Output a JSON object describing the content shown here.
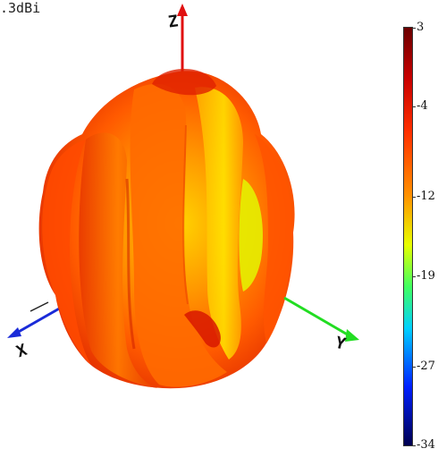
{
  "gain_label": ".3dBi",
  "axes": {
    "z_label": "Z",
    "x_label": "X",
    "y_label": "Y"
  },
  "colorbar": {
    "ticks": [
      {
        "label": "3",
        "value": 3
      },
      {
        "label": "-4",
        "value": -4
      },
      {
        "label": "-12",
        "value": -12
      },
      {
        "label": "-19",
        "value": -19
      },
      {
        "label": "-27",
        "value": -27
      },
      {
        "label": "-34",
        "value": -34
      }
    ],
    "range": [
      -34,
      3
    ],
    "colors": [
      "#7a0000",
      "#c80000",
      "#ff2a00",
      "#ff8c00",
      "#e8ff00",
      "#28ff7a",
      "#00b8ff",
      "#0018ff",
      "#000060"
    ]
  },
  "colors": {
    "z_axis": "#e01010",
    "x_axis": "#1a2bd8",
    "y_axis": "#22dd22"
  }
}
